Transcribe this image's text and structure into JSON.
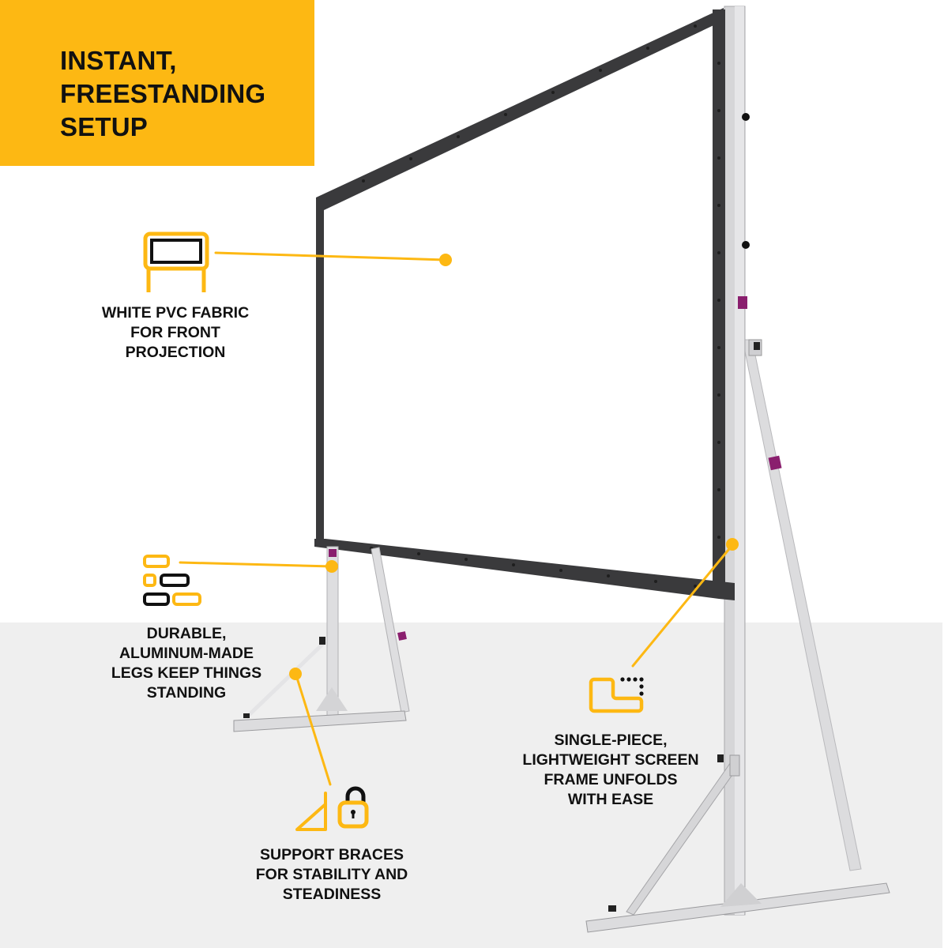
{
  "headline": {
    "lines": [
      "INSTANT,",
      "FREESTANDING",
      "SETUP"
    ]
  },
  "colors": {
    "accent": "#fdb813",
    "text": "#111111",
    "floor": "#efefef",
    "frame": "#3a3a3c",
    "aluminum": "#d9d9db",
    "clip": "#8a1f6e"
  },
  "callouts": [
    {
      "icon": "screen-on-stand-icon",
      "lines": [
        "WHITE PVC FABRIC",
        "FOR FRONT",
        "PROJECTION"
      ]
    },
    {
      "icon": "aluminum-bars-icon",
      "lines": [
        "DURABLE,",
        "ALUMINUM-MADE",
        "LEGS KEEP THINGS",
        "STANDING"
      ]
    },
    {
      "icon": "brace-and-lock-icon",
      "lines": [
        "SUPPORT BRACES",
        "FOR STABILITY AND",
        "STEADINESS"
      ]
    },
    {
      "icon": "unfold-frame-icon",
      "lines": [
        "SINGLE-PIECE,",
        "LIGHTWEIGHT SCREEN",
        "FRAME UNFOLDS",
        "WITH EASE"
      ]
    }
  ]
}
